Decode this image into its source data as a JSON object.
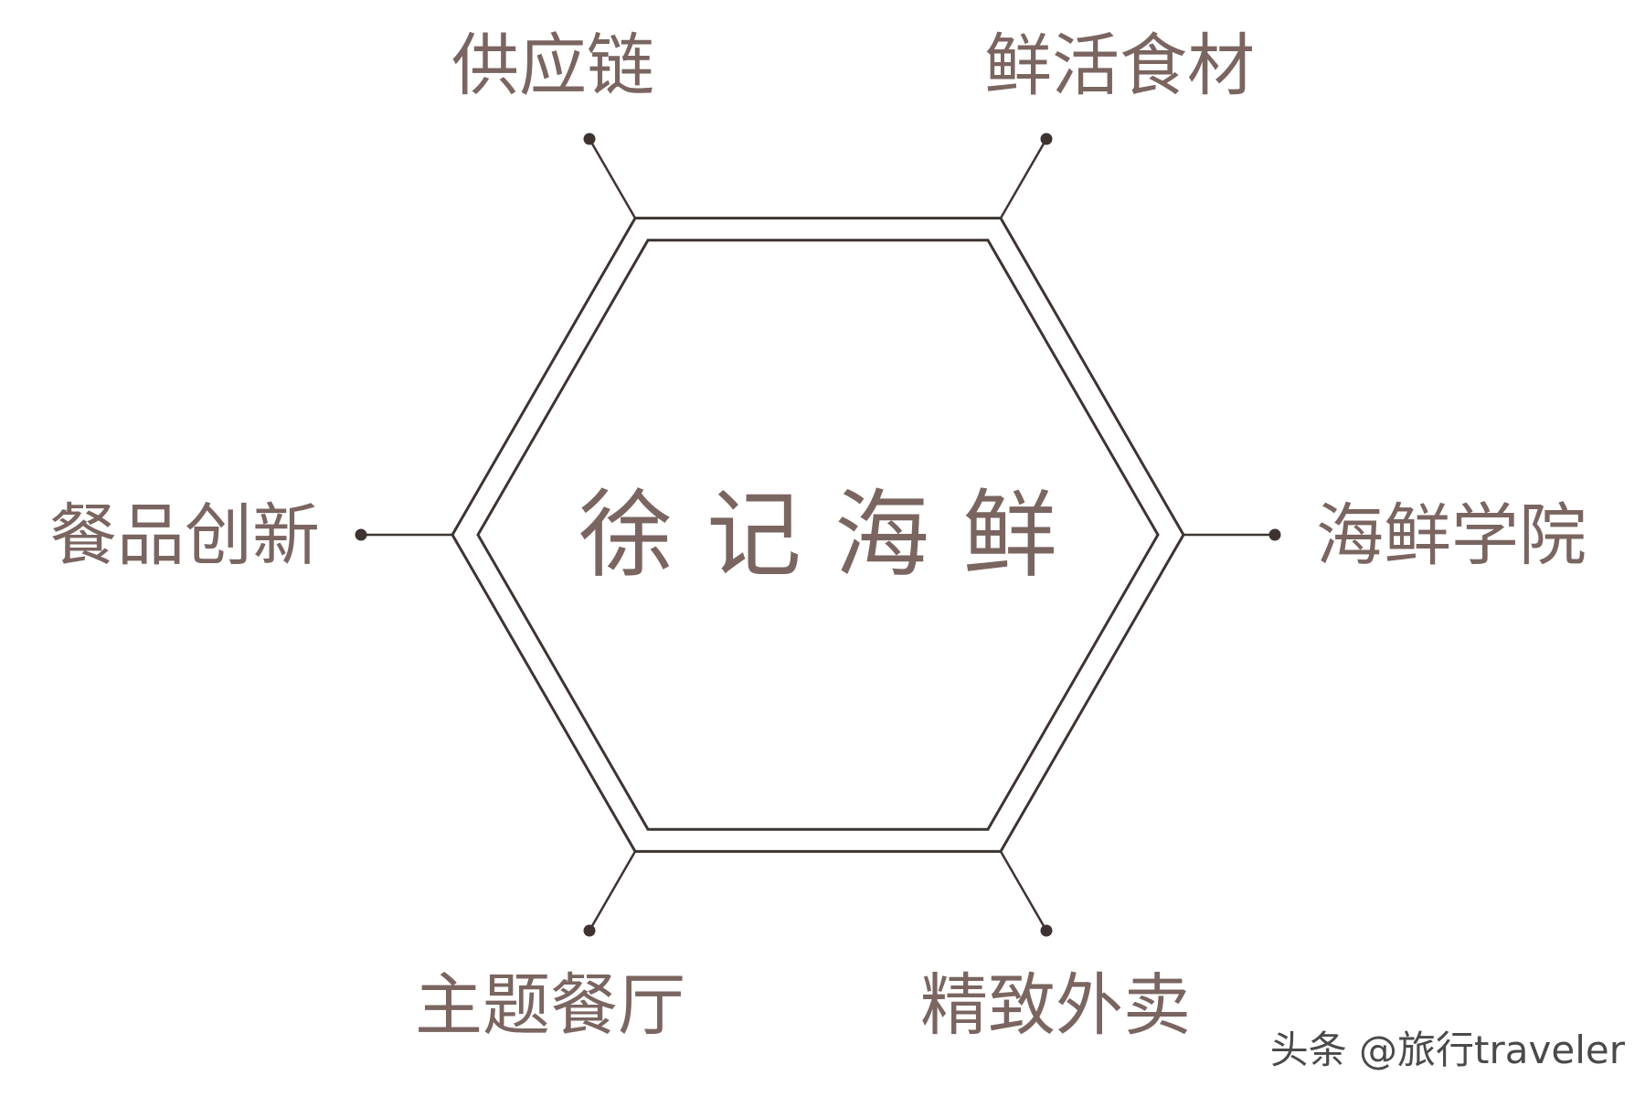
{
  "colors": {
    "line": "#3d3431",
    "text": "#7a6560",
    "watermark": "#4a4a4a",
    "background": "#ffffff"
  },
  "center": {
    "title": "徐记海鲜"
  },
  "nodes": [
    {
      "id": "supply-chain",
      "label": "供应链"
    },
    {
      "id": "fresh-ingredients",
      "label": "鲜活食材"
    },
    {
      "id": "seafood-academy",
      "label": "海鲜学院"
    },
    {
      "id": "delivery",
      "label": "精致外卖"
    },
    {
      "id": "themed-restaurant",
      "label": "主题餐厅"
    },
    {
      "id": "dish-innovation",
      "label": "餐品创新"
    }
  ],
  "watermark": {
    "text": "头条 @旅行traveler"
  }
}
